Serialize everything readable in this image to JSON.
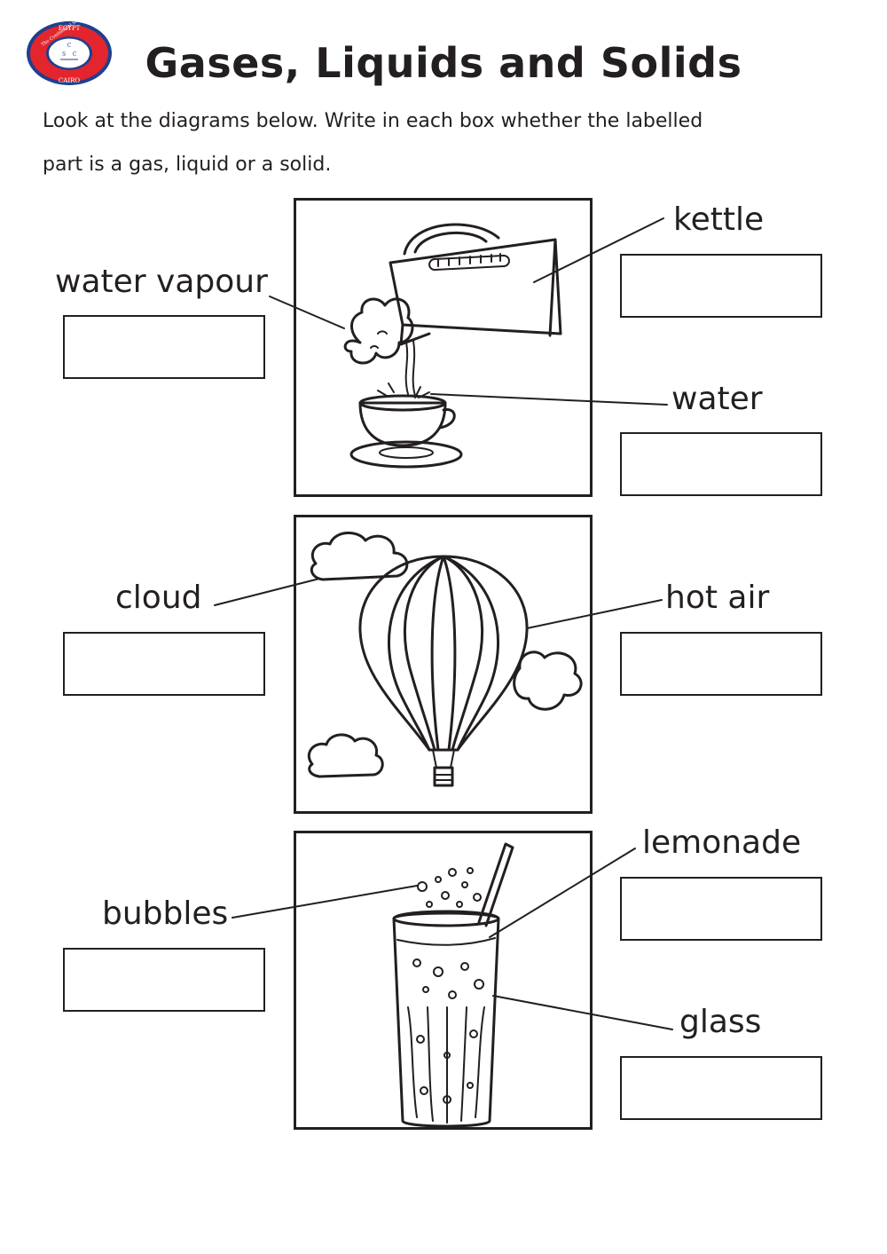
{
  "title": "Gases, Liquids and Solids",
  "instructions": {
    "line1": "Look at the diagrams below. Write in each box whether the labelled",
    "line2": "part is a gas, liquid or a solid."
  },
  "logo": {
    "top_text": "EGYPT",
    "ring_text": "The Continental School",
    "initials": [
      "C",
      "S",
      "C"
    ],
    "bottom_text": "CAIRO",
    "colors": {
      "ring": "#1f3f8f",
      "fill": "#e3262d",
      "center": "#ffffff"
    }
  },
  "diagrams": [
    {
      "name": "kettle-teacup",
      "icon": "kettle-pouring-icon",
      "labels": {
        "left": "water vapour",
        "right_top": "kettle",
        "right_bottom": "water"
      }
    },
    {
      "name": "hot-air-balloon",
      "icon": "hot-air-balloon-icon",
      "labels": {
        "left": "cloud",
        "right": "hot air"
      }
    },
    {
      "name": "lemonade-glass",
      "icon": "lemonade-glass-icon",
      "labels": {
        "left": "bubbles",
        "right_top": "lemonade",
        "right_bottom": "glass"
      }
    }
  ],
  "answers": {
    "water_vapour": "",
    "kettle": "",
    "water": "",
    "cloud": "",
    "hot_air": "",
    "bubbles": "",
    "lemonade": "",
    "glass": ""
  }
}
